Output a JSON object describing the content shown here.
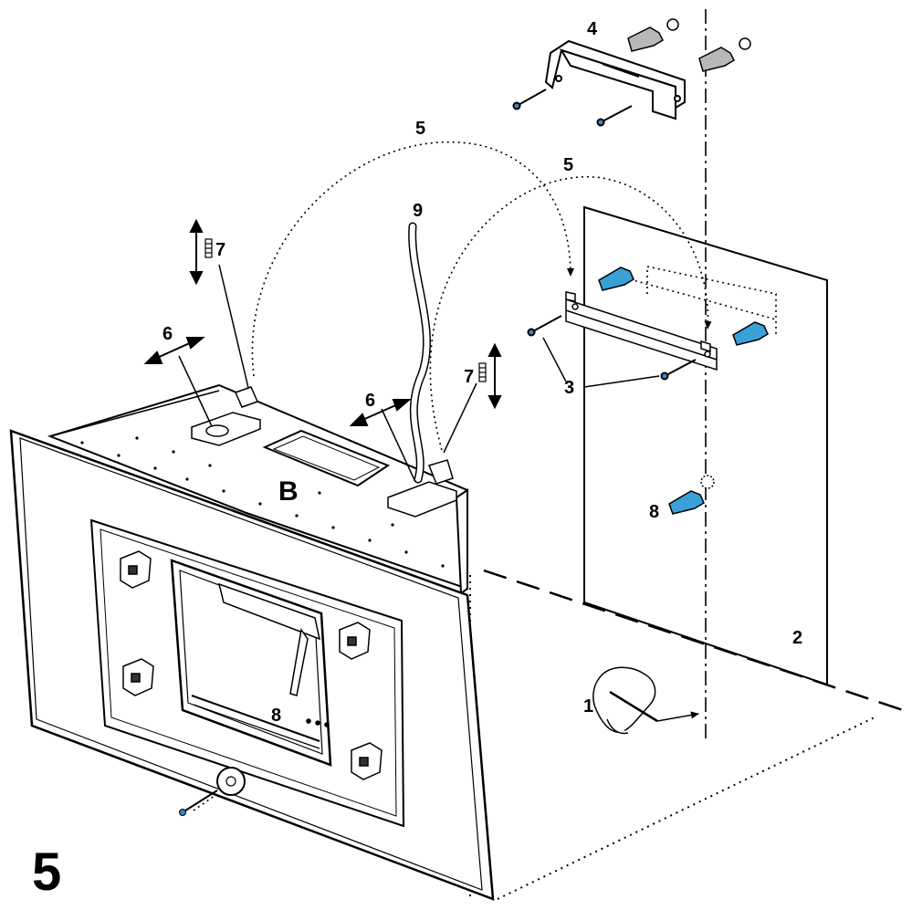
{
  "figure": {
    "step_number": "5",
    "section_label": "B",
    "callouts": {
      "c1": "1",
      "c2": "2",
      "c3": "3",
      "c4": "4",
      "c5a": "5",
      "c5b": "5",
      "c6a": "6",
      "c6b": "6",
      "c7a": "7",
      "c7b": "7",
      "c8a": "8",
      "c8b": "8",
      "c9": "9"
    }
  },
  "colors": {
    "line": "#000000",
    "plug_blue": "#3aa0d8",
    "plug_gray": "#b8b8b8",
    "screw_blue": "#3a86c0",
    "panel_fill": "#ffffff"
  },
  "icons": [
    "hand-pencil-icon",
    "wall-plug-icon",
    "screw-icon",
    "spring-icon",
    "double-arrow-icon",
    "bracket-icon"
  ]
}
